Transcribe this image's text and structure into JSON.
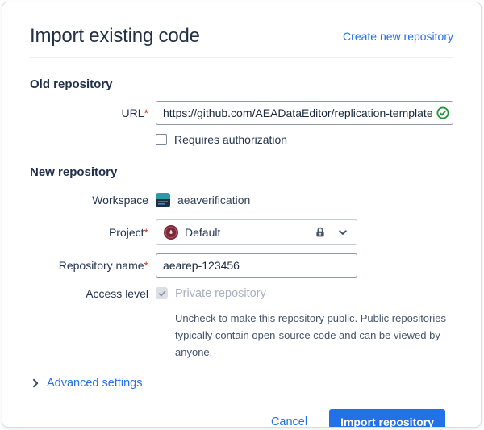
{
  "header": {
    "title": "Import existing code",
    "create_link": "Create new repository"
  },
  "old_repository": {
    "heading": "Old repository",
    "url": {
      "label": "URL",
      "required_mark": "*",
      "value": "https://github.com/AEADataEditor/replication-template",
      "status_icon": "check-circle-icon",
      "status": "valid"
    },
    "requires_auth": {
      "label": "Requires authorization",
      "checked": false
    }
  },
  "new_repository": {
    "heading": "New repository",
    "workspace": {
      "label": "Workspace",
      "value": "aeaverification",
      "avatar_icon": "workspace-avatar"
    },
    "project": {
      "label": "Project",
      "required_mark": "*",
      "value": "Default",
      "avatar_icon": "project-avatar",
      "lock_icon": "lock-icon",
      "expand_icon": "chevron-down-icon"
    },
    "repository_name": {
      "label": "Repository name",
      "required_mark": "*",
      "value": "aearep-123456"
    },
    "access_level": {
      "label": "Access level",
      "checkbox_label": "Private repository",
      "checked": true,
      "disabled": true,
      "help": "Uncheck to make this repository public. Public repositories typically contain open-source code and can be viewed by anyone."
    }
  },
  "advanced": {
    "label": "Advanced settings",
    "chevron_icon": "chevron-right-icon"
  },
  "footer": {
    "cancel_label": "Cancel",
    "submit_label": "Import repository"
  },
  "colors": {
    "link": "#2271e6",
    "primary_button": "#2271e6",
    "success_green": "#24933e",
    "required_red": "#ca3521",
    "divider": "#ebedf0",
    "muted_text": "#a8b0bd"
  }
}
